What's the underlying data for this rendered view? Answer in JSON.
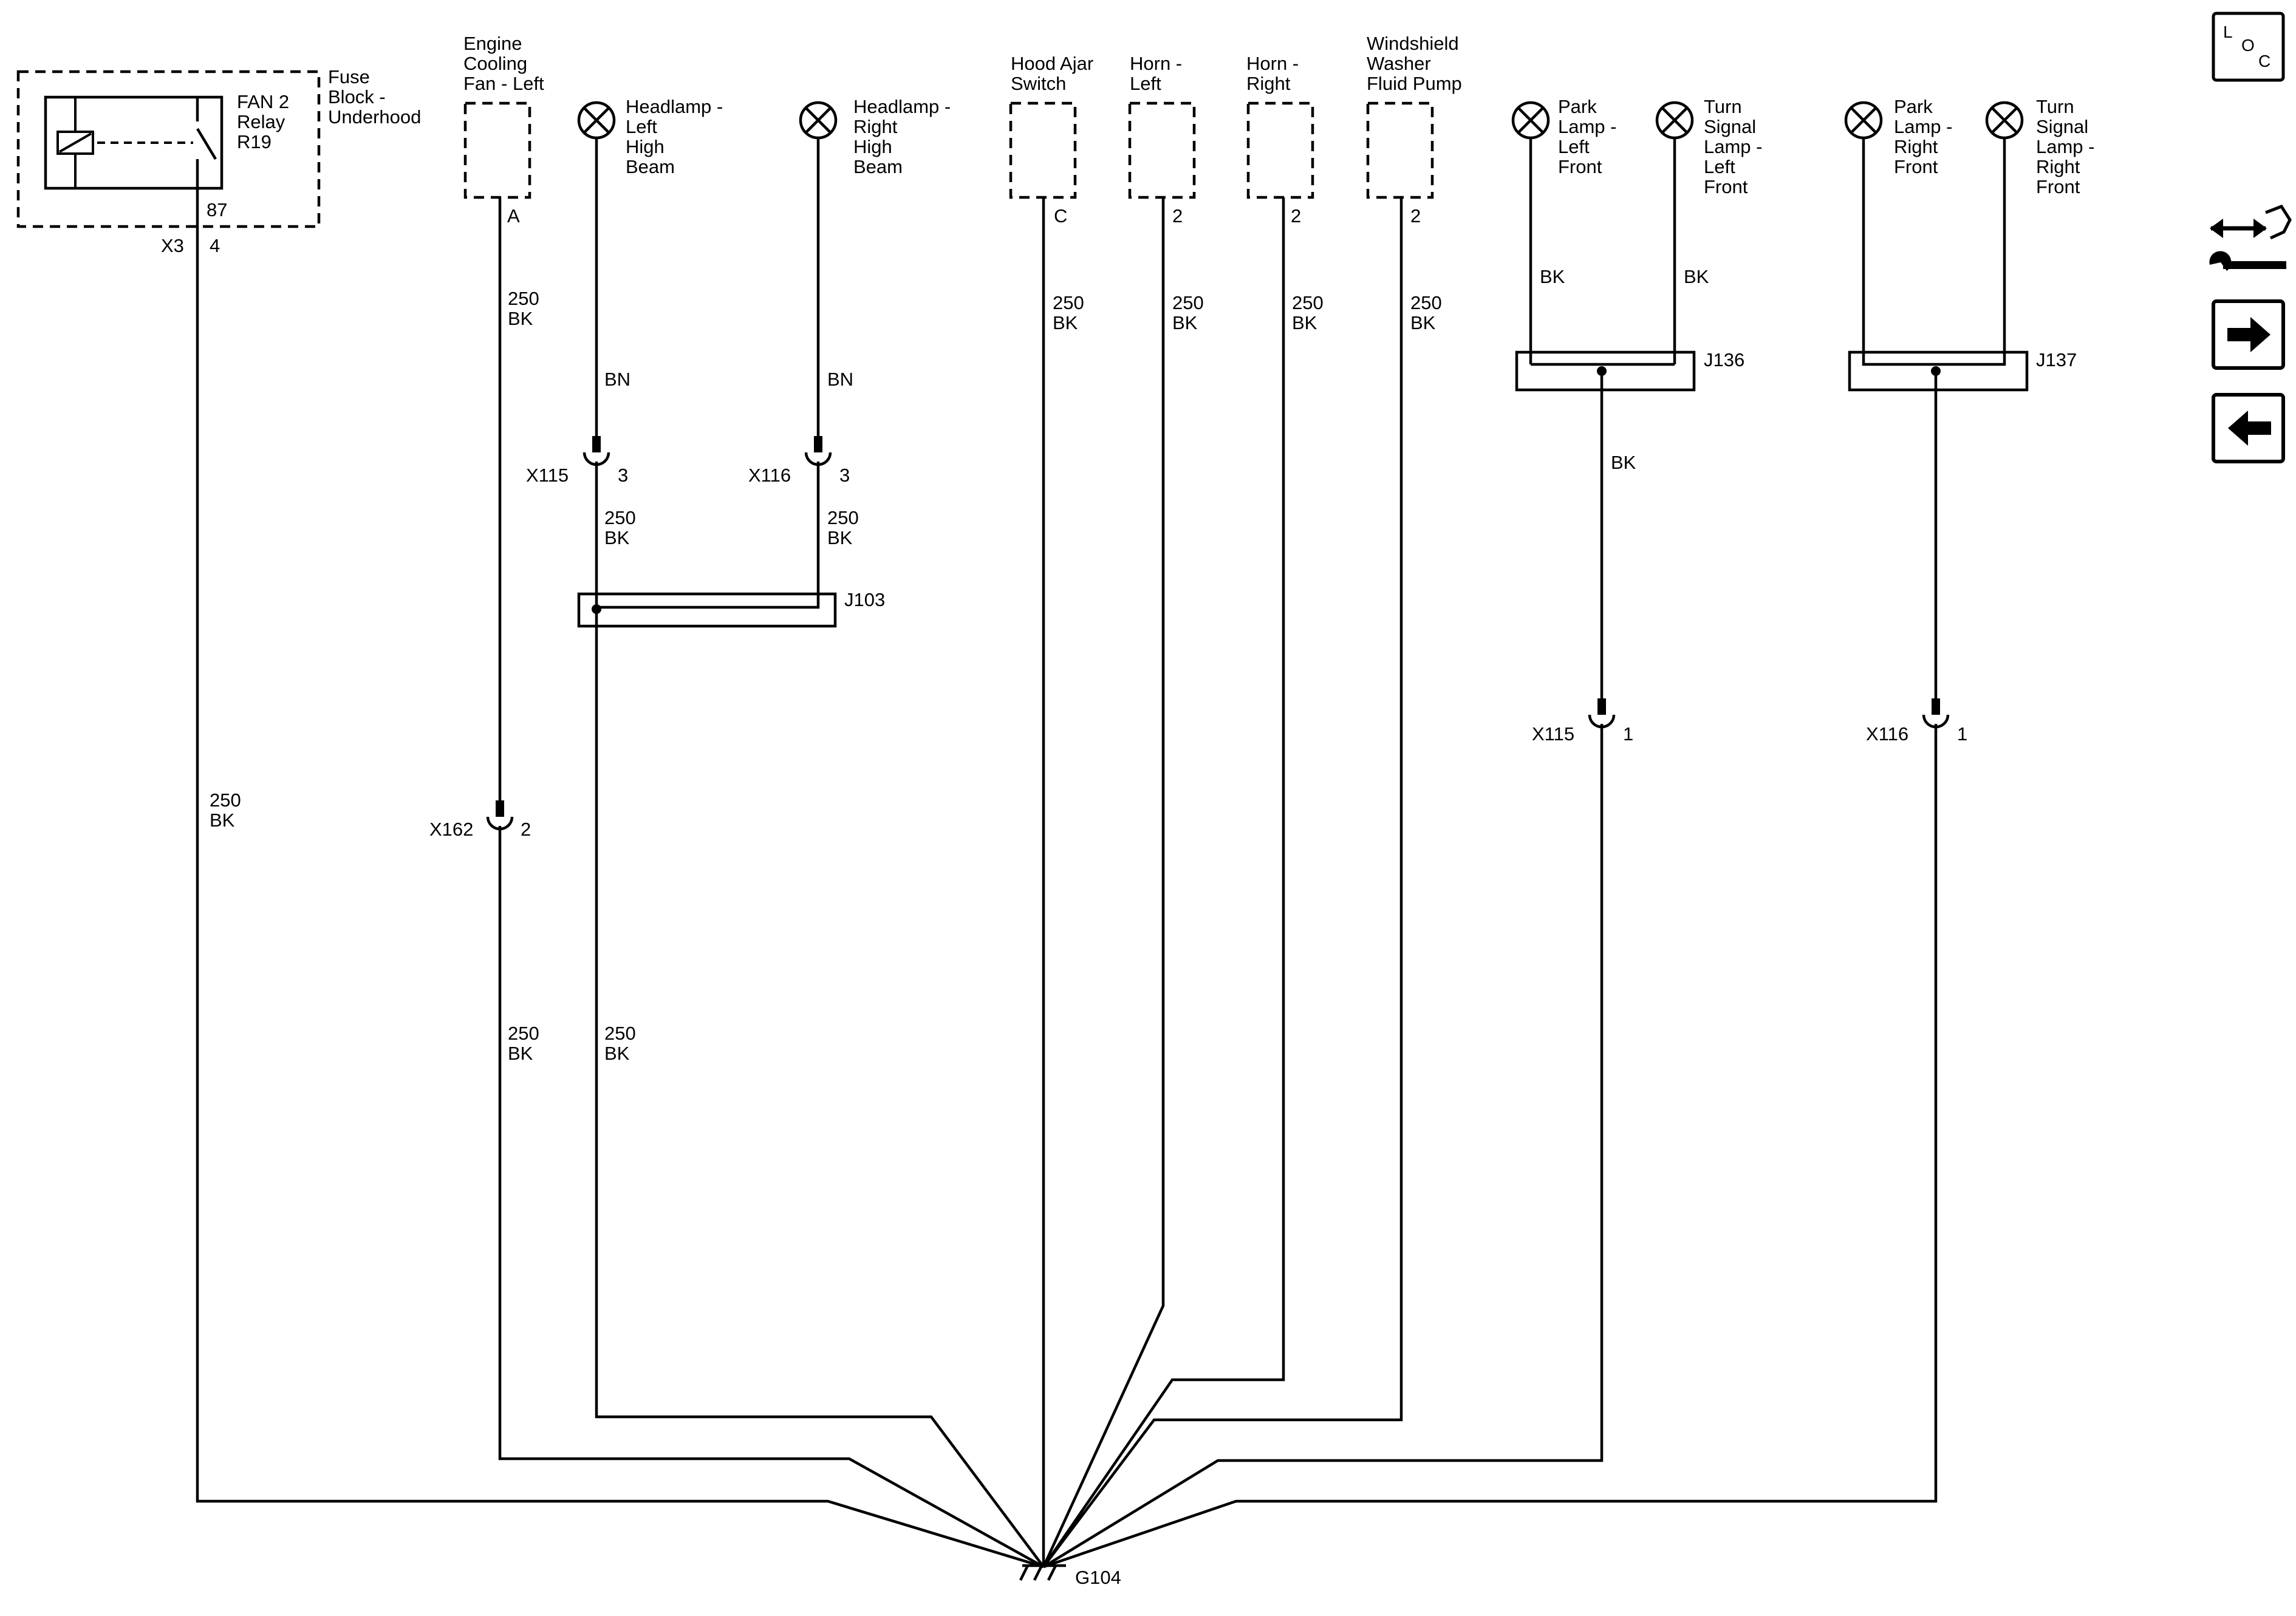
{
  "components": {
    "fuse_block": {
      "name": [
        "Fuse",
        "Block -",
        "Underhood"
      ]
    },
    "fan2_relay": {
      "name": [
        "FAN 2",
        "Relay",
        "R19"
      ],
      "pin": "87",
      "connector": "X3",
      "cavity": "4"
    },
    "cooling_fan_left": {
      "name": [
        "Engine",
        "Cooling",
        "Fan - Left"
      ],
      "pin": "A"
    },
    "headlamp_left": {
      "name": [
        "Headlamp -",
        "Left",
        "High",
        "Beam"
      ]
    },
    "headlamp_right": {
      "name": [
        "Headlamp -",
        "Right",
        "High",
        "Beam"
      ]
    },
    "hood_ajar": {
      "name": [
        "Hood Ajar",
        "Switch"
      ],
      "pin": "C"
    },
    "horn_left": {
      "name": [
        "Horn -",
        "Left"
      ],
      "pin": "2"
    },
    "horn_right": {
      "name": [
        "Horn -",
        "Right"
      ],
      "pin": "2"
    },
    "washer_pump": {
      "name": [
        "Windshield",
        "Washer",
        "Fluid Pump"
      ],
      "pin": "2"
    },
    "park_left": {
      "name": [
        "Park",
        "Lamp -",
        "Left",
        "Front"
      ]
    },
    "turn_left": {
      "name": [
        "Turn",
        "Signal",
        "Lamp -",
        "Left",
        "Front"
      ]
    },
    "park_right": {
      "name": [
        "Park",
        "Lamp -",
        "Right",
        "Front"
      ]
    },
    "turn_right": {
      "name": [
        "Turn",
        "Signal",
        "Lamp -",
        "Right",
        "Front"
      ]
    }
  },
  "wires": {
    "c250bk": [
      "250",
      "BK"
    ],
    "bn": "BN",
    "bk": "BK"
  },
  "connectors": {
    "x115_top": {
      "id": "X115",
      "pin": "3"
    },
    "x116_top": {
      "id": "X116",
      "pin": "3"
    },
    "x162": {
      "id": "X162",
      "pin": "2"
    },
    "x115_bottom": {
      "id": "X115",
      "pin": "1"
    },
    "x116_bottom": {
      "id": "X116",
      "pin": "1"
    }
  },
  "splices": {
    "j103": "J103",
    "j136": "J136",
    "j137": "J137"
  },
  "ground": "G104",
  "nav": {
    "loc_letters": [
      "L",
      "O",
      "C"
    ]
  }
}
